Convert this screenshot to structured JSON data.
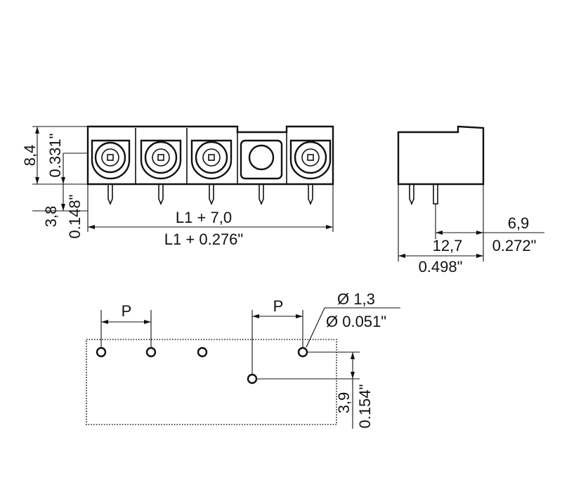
{
  "front_view": {
    "dim_height_mm": "8,4",
    "dim_height_in": "0.331\"",
    "dim_pin_mm": "3,8",
    "dim_pin_in": "0.148\"",
    "dim_length_mm": "L1 + 7,0",
    "dim_length_in": "L1 + 0.276\""
  },
  "side_view": {
    "dim_offset_mm": "6,9",
    "dim_offset_in": "0.272\"",
    "dim_depth_mm": "12,7",
    "dim_depth_in": "0.498\""
  },
  "footprint": {
    "pitch_label_left": "P",
    "pitch_label_right": "P",
    "hole_diameter_mm": "Ø 1,3",
    "hole_diameter_in": "Ø 0.051\"",
    "dim_row_offset_mm": "3,9",
    "dim_row_offset_in": "0.154\""
  }
}
